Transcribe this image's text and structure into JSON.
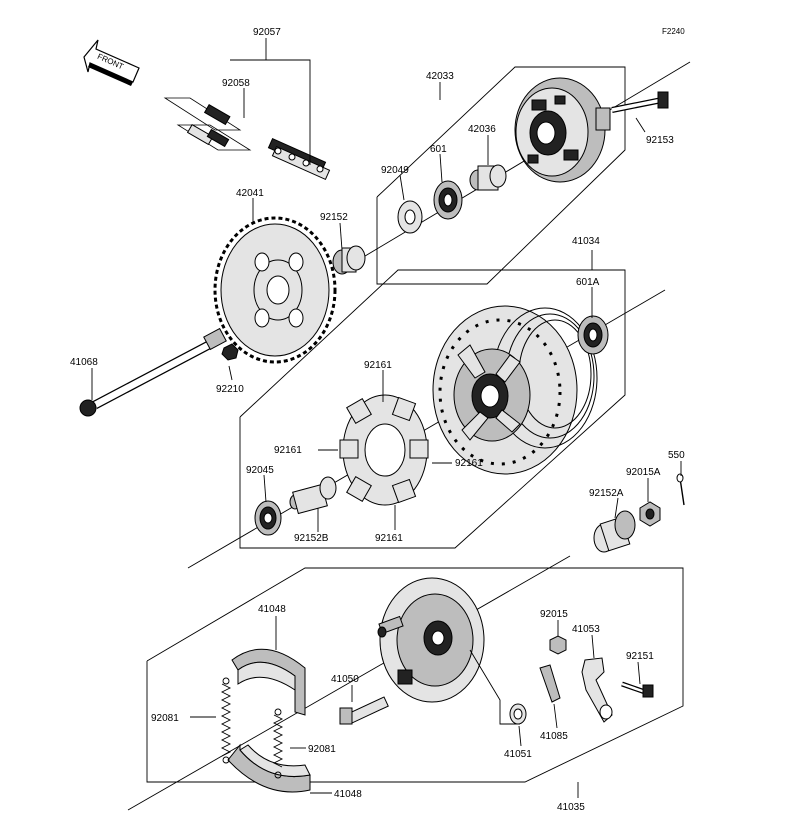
{
  "figure_code": "F2240",
  "direction_tag": "FRONT",
  "callouts": {
    "c92057": "92057",
    "c92058": "92058",
    "c42033": "42033",
    "c601": "601",
    "c42036": "42036",
    "c92153": "92153",
    "c92049": "92049",
    "c42041": "42041",
    "c92152": "92152",
    "c41034": "41034",
    "c601A": "601A",
    "c41068": "41068",
    "c92210": "92210",
    "c92161_top": "92161",
    "c92161_left": "92161",
    "c92161_right": "92161",
    "c92161_bottom": "92161",
    "c92045": "92045",
    "c92152B": "92152B",
    "c550": "550",
    "c92015A": "92015A",
    "c92152A": "92152A",
    "c41048_top": "41048",
    "c41050": "41050",
    "c92015": "92015",
    "c41053": "41053",
    "c92151": "92151",
    "c92081_left": "92081",
    "c92081_right": "92081",
    "c41085": "41085",
    "c41051": "41051",
    "c41048_bottom": "41048",
    "c41035": "41035"
  }
}
